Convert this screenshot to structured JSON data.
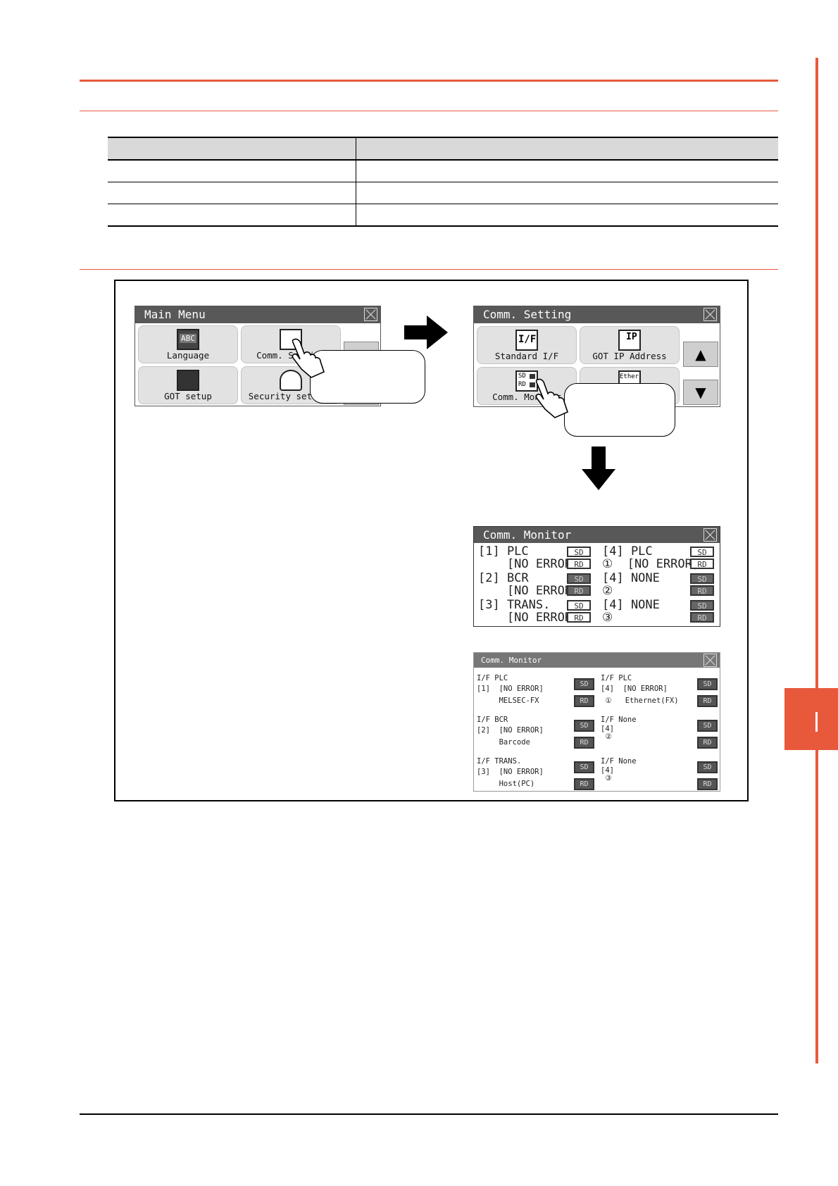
{
  "table": {
    "rows": [
      [
        "",
        ""
      ],
      [
        "",
        ""
      ],
      [
        "",
        ""
      ]
    ],
    "header": [
      "",
      ""
    ]
  },
  "main_menu": {
    "title": "Main Menu",
    "items": [
      "Language",
      "Comm. Setting",
      "GOT setup",
      "Security setting"
    ],
    "language_icon_text": "ABC"
  },
  "comm_setting": {
    "title": "Comm. Setting",
    "items": [
      "Standard I/F",
      "GOT IP Address",
      "Comm. Monitor",
      ""
    ],
    "if_icon_text": "I/F",
    "ip_icon_text": "IP",
    "monitor_icon_sd": "SD",
    "monitor_icon_rd": "RD",
    "ether_icon_text": "Ether",
    "up_glyph": "▲",
    "down_glyph": "▼"
  },
  "monitor_large": {
    "title": "Comm. Monitor",
    "left": [
      {
        "line1": "[1] PLC",
        "line2": "    [NO ERROR]",
        "sd": "SD",
        "rd": "RD",
        "sd_state": "on",
        "rd_state": "on"
      },
      {
        "line1": "[2] BCR",
        "line2": "    [NO ERROR]",
        "sd": "SD",
        "rd": "RD",
        "sd_state": "off",
        "rd_state": "off"
      },
      {
        "line1": "[3] TRANS.",
        "line2": "    [NO ERROR]",
        "sd": "SD",
        "rd": "RD",
        "sd_state": "on",
        "rd_state": "on"
      }
    ],
    "right": [
      {
        "line1": "[4] PLC",
        "line2": "①  [NO ERROR]",
        "sd": "SD",
        "rd": "RD",
        "sd_state": "on",
        "rd_state": "on"
      },
      {
        "line1": "[4] NONE",
        "line2": "②",
        "sd": "SD",
        "rd": "RD",
        "sd_state": "off",
        "rd_state": "off"
      },
      {
        "line1": "[4] NONE",
        "line2": "③",
        "sd": "SD",
        "rd": "RD",
        "sd_state": "off",
        "rd_state": "off"
      }
    ]
  },
  "monitor_small": {
    "title": "Comm. Monitor",
    "left": [
      {
        "l1": "I/F PLC",
        "l2": "[1]  [NO ERROR]",
        "l3": "     MELSEC-FX",
        "sd": "SD",
        "rd": "RD"
      },
      {
        "l1": "I/F BCR",
        "l2": "[2]  [NO ERROR]",
        "l3": "     Barcode",
        "sd": "SD",
        "rd": "RD"
      },
      {
        "l1": "I/F TRANS.",
        "l2": "[3]  [NO ERROR]",
        "l3": "     Host(PC)",
        "sd": "SD",
        "rd": "RD"
      }
    ],
    "right": [
      {
        "l1": "I/F PLC",
        "l2": "[4]  [NO ERROR]",
        "l3": " ①   Ethernet(FX)",
        "sd": "SD",
        "rd": "RD"
      },
      {
        "l1": "I/F None",
        "l2": "[4]",
        "l3": " ②",
        "sd": "SD",
        "rd": "RD"
      },
      {
        "l1": "I/F None",
        "l2": "[4]",
        "l3": " ③",
        "sd": "SD",
        "rd": "RD"
      }
    ]
  },
  "colors": {
    "accent": "#e8593c",
    "titlebar": "#585858",
    "tile": "#e2e2e2"
  }
}
